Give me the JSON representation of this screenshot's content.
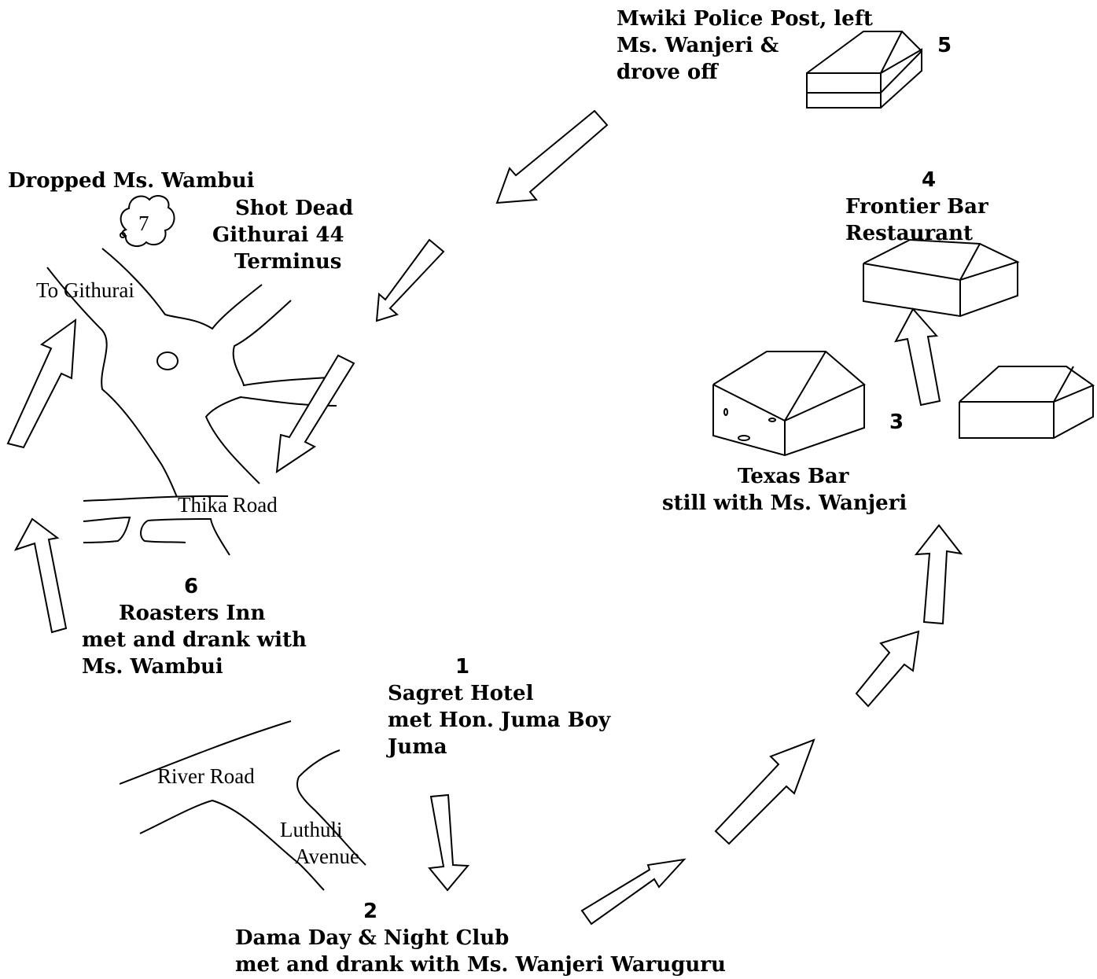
{
  "stops": {
    "s1": {
      "number": "1",
      "lines": [
        "Sagret Hotel",
        "met Hon. Juma Boy",
        "Juma"
      ]
    },
    "s2": {
      "number": "2",
      "lines": [
        "Dama Day & Night Club",
        "met and drank with Ms. Wanjeri Waruguru"
      ]
    },
    "s3": {
      "number": "3",
      "lines": [
        "Texas Bar",
        "still with Ms. Wanjeri"
      ]
    },
    "s4": {
      "number": "4",
      "lines": [
        "Frontier Bar",
        "Restaurant"
      ]
    },
    "s5": {
      "number": "5",
      "lines": [
        "Mwiki Police Post, left",
        "Ms. Wanjeri &",
        "drove off"
      ]
    },
    "s6": {
      "number": "6",
      "lines": [
        "Roasters Inn",
        "met and drank with",
        "Ms. Wambui"
      ]
    },
    "s7": {
      "number": "7",
      "dropped": "Dropped Ms. Wambui",
      "lines": [
        "Shot Dead",
        "Githurai 44",
        "Terminus"
      ]
    }
  },
  "roads": {
    "to_githurai": "To Githurai",
    "thika_road": "Thika Road",
    "river_road": "River Road",
    "luthuli": [
      "Luthuli",
      "Avenue"
    ]
  }
}
